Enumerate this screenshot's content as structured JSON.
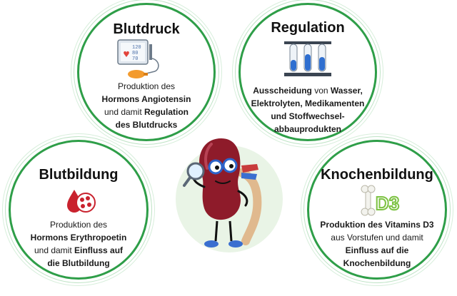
{
  "nodes": {
    "blutdruck": {
      "title": "Blutdruck",
      "gauge": [
        "120",
        "80",
        "70"
      ],
      "text_1": "Produktion des",
      "text_2": "Hormons Angiotensin",
      "text_3a": "und damit ",
      "text_3b": "Regulation",
      "text_4": "des Blutdrucks"
    },
    "regulation": {
      "title": "Regulation",
      "text_1a": "Ausscheidung",
      "text_1b": " von ",
      "text_1c": "Wasser,",
      "text_2": "Elektrolyten, Medikamenten",
      "text_3": "und Stoffwechsel-",
      "text_4": "abbauprodukten"
    },
    "blutbildung": {
      "title": "Blutbildung",
      "text_1": "Produktion des",
      "text_2": "Hormons Erythropoetin",
      "text_3a": "und damit ",
      "text_3b": "Einfluss auf",
      "text_4": "die Blutbildung"
    },
    "knochenbildung": {
      "title": "Knochenbildung",
      "icon_text": "D3",
      "text_1": "Produktion des Vitamins D3",
      "text_2": "aus Vorstufen und damit",
      "text_3": "Einfluss auf die",
      "text_4": "Knochenbildung"
    }
  },
  "colors": {
    "ring": "#2e9e48",
    "kidney": "#8e1b2a",
    "center_bg": "#e9f4e6"
  }
}
